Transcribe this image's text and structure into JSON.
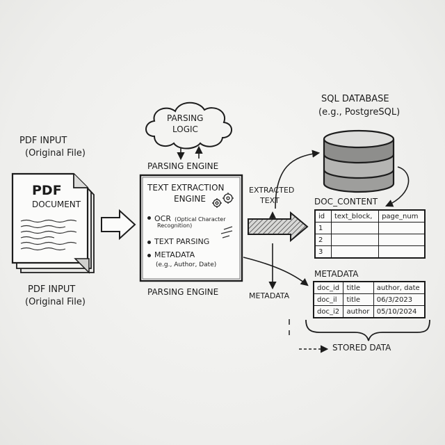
{
  "pdf_input": {
    "top_label": "PDF INPUT",
    "top_sub": "(Original File)",
    "bottom_label": "PDF INPUT",
    "bottom_sub": "(Original File)",
    "doc_title": "PDF",
    "doc_subtitle": "DOCUMENT"
  },
  "parsing_logic": {
    "line1": "PARSING",
    "line2": "LOGIC"
  },
  "engine": {
    "top_label": "PARSING ENGINE",
    "bottom_label": "PARSING ENGINE",
    "title_line1": "TEXT EXTRACTION",
    "title_line2": "ENGINE",
    "items": [
      {
        "main": "OCR",
        "note": "(Optical Character",
        "note2": "Recognition)"
      },
      {
        "main": "TEXT PARSING"
      },
      {
        "main": "METADATA",
        "note": "(e.g., Author, Date)"
      }
    ]
  },
  "flows": {
    "extracted_text_line1": "EXTRACTED",
    "extracted_text_line2": "TEXT",
    "metadata": "METADATA"
  },
  "database": {
    "line1": "SQL DATABASE",
    "line2": "(e.g., PostgreSQL)"
  },
  "doc_content": {
    "title": "DOC_CONTENT",
    "headers": [
      "id",
      "text_block,",
      "page_num"
    ],
    "rows": [
      [
        "1"
      ],
      [
        "2"
      ],
      [
        "3"
      ]
    ]
  },
  "metadata_table": {
    "title": "METADATA",
    "headers": [
      "doc_id",
      "title",
      "author, date"
    ],
    "rows": [
      [
        "doc_il",
        "title",
        "06/3/2023"
      ],
      [
        "doc_i2",
        "author",
        "05/10/2024"
      ]
    ]
  },
  "legend": {
    "label": "STORED DATA"
  },
  "colors": {
    "ink": "#1c1c1c",
    "paper": "#f2f2f0",
    "shade": "#9a9a9a"
  }
}
